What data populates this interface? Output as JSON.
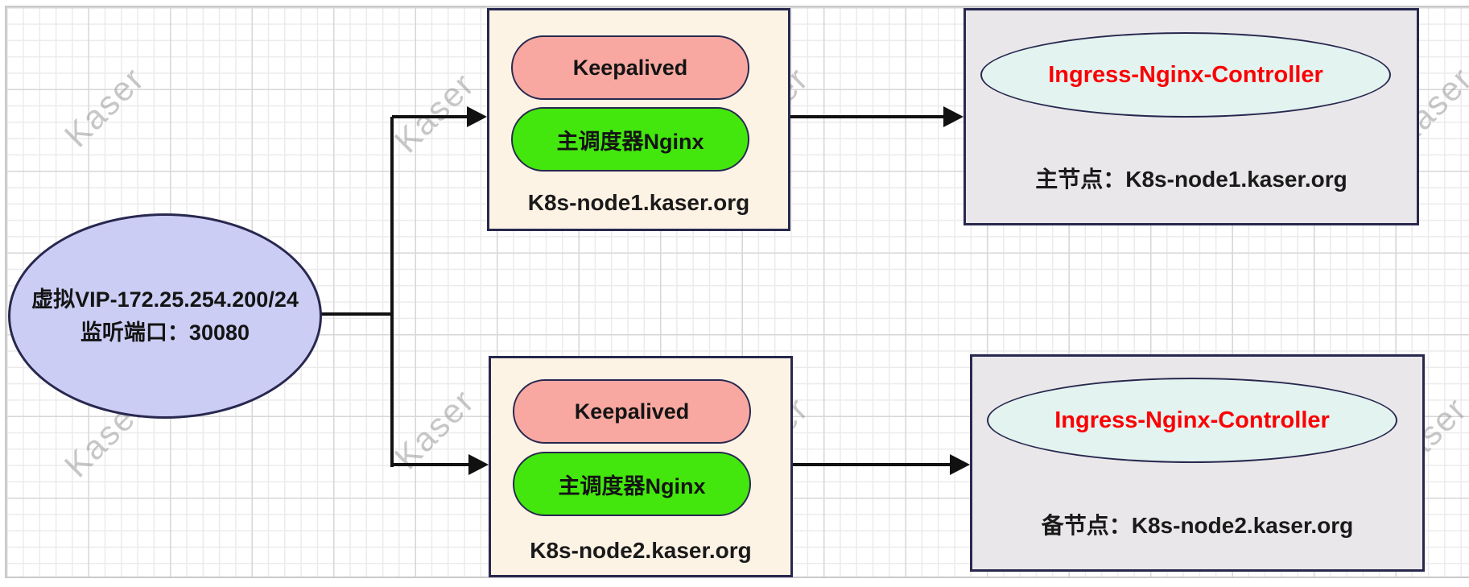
{
  "watermark": {
    "text": "Kaser"
  },
  "colors": {
    "border_navy": "#28284f",
    "pill_pink": "#f8a8a1",
    "pill_green": "#43e70d",
    "vip_lavender": "#cccdf4",
    "node_box_cream": "#fdf3e5",
    "ingress_box_gray": "#e9e7e9",
    "ingress_ellipse_cyan": "#e3f3f0",
    "ingress_title_red": "#fb0104",
    "arrow_black": "#111111"
  },
  "vip": {
    "line1": "虚拟VIP-172.25.254.200/24",
    "line2": "监听端口：30080"
  },
  "node1": {
    "keepalived": "Keepalived",
    "nginx": "主调度器Nginx",
    "label": "K8s-node1.kaser.org"
  },
  "node2": {
    "keepalived": "Keepalived",
    "nginx": "主调度器Nginx",
    "label": "K8s-node2.kaser.org"
  },
  "ingress1": {
    "title": "Ingress-Nginx-Controller",
    "label": "主节点：K8s-node1.kaser.org"
  },
  "ingress2": {
    "title": "Ingress-Nginx-Controller",
    "label": "备节点：K8s-node2.kaser.org"
  }
}
